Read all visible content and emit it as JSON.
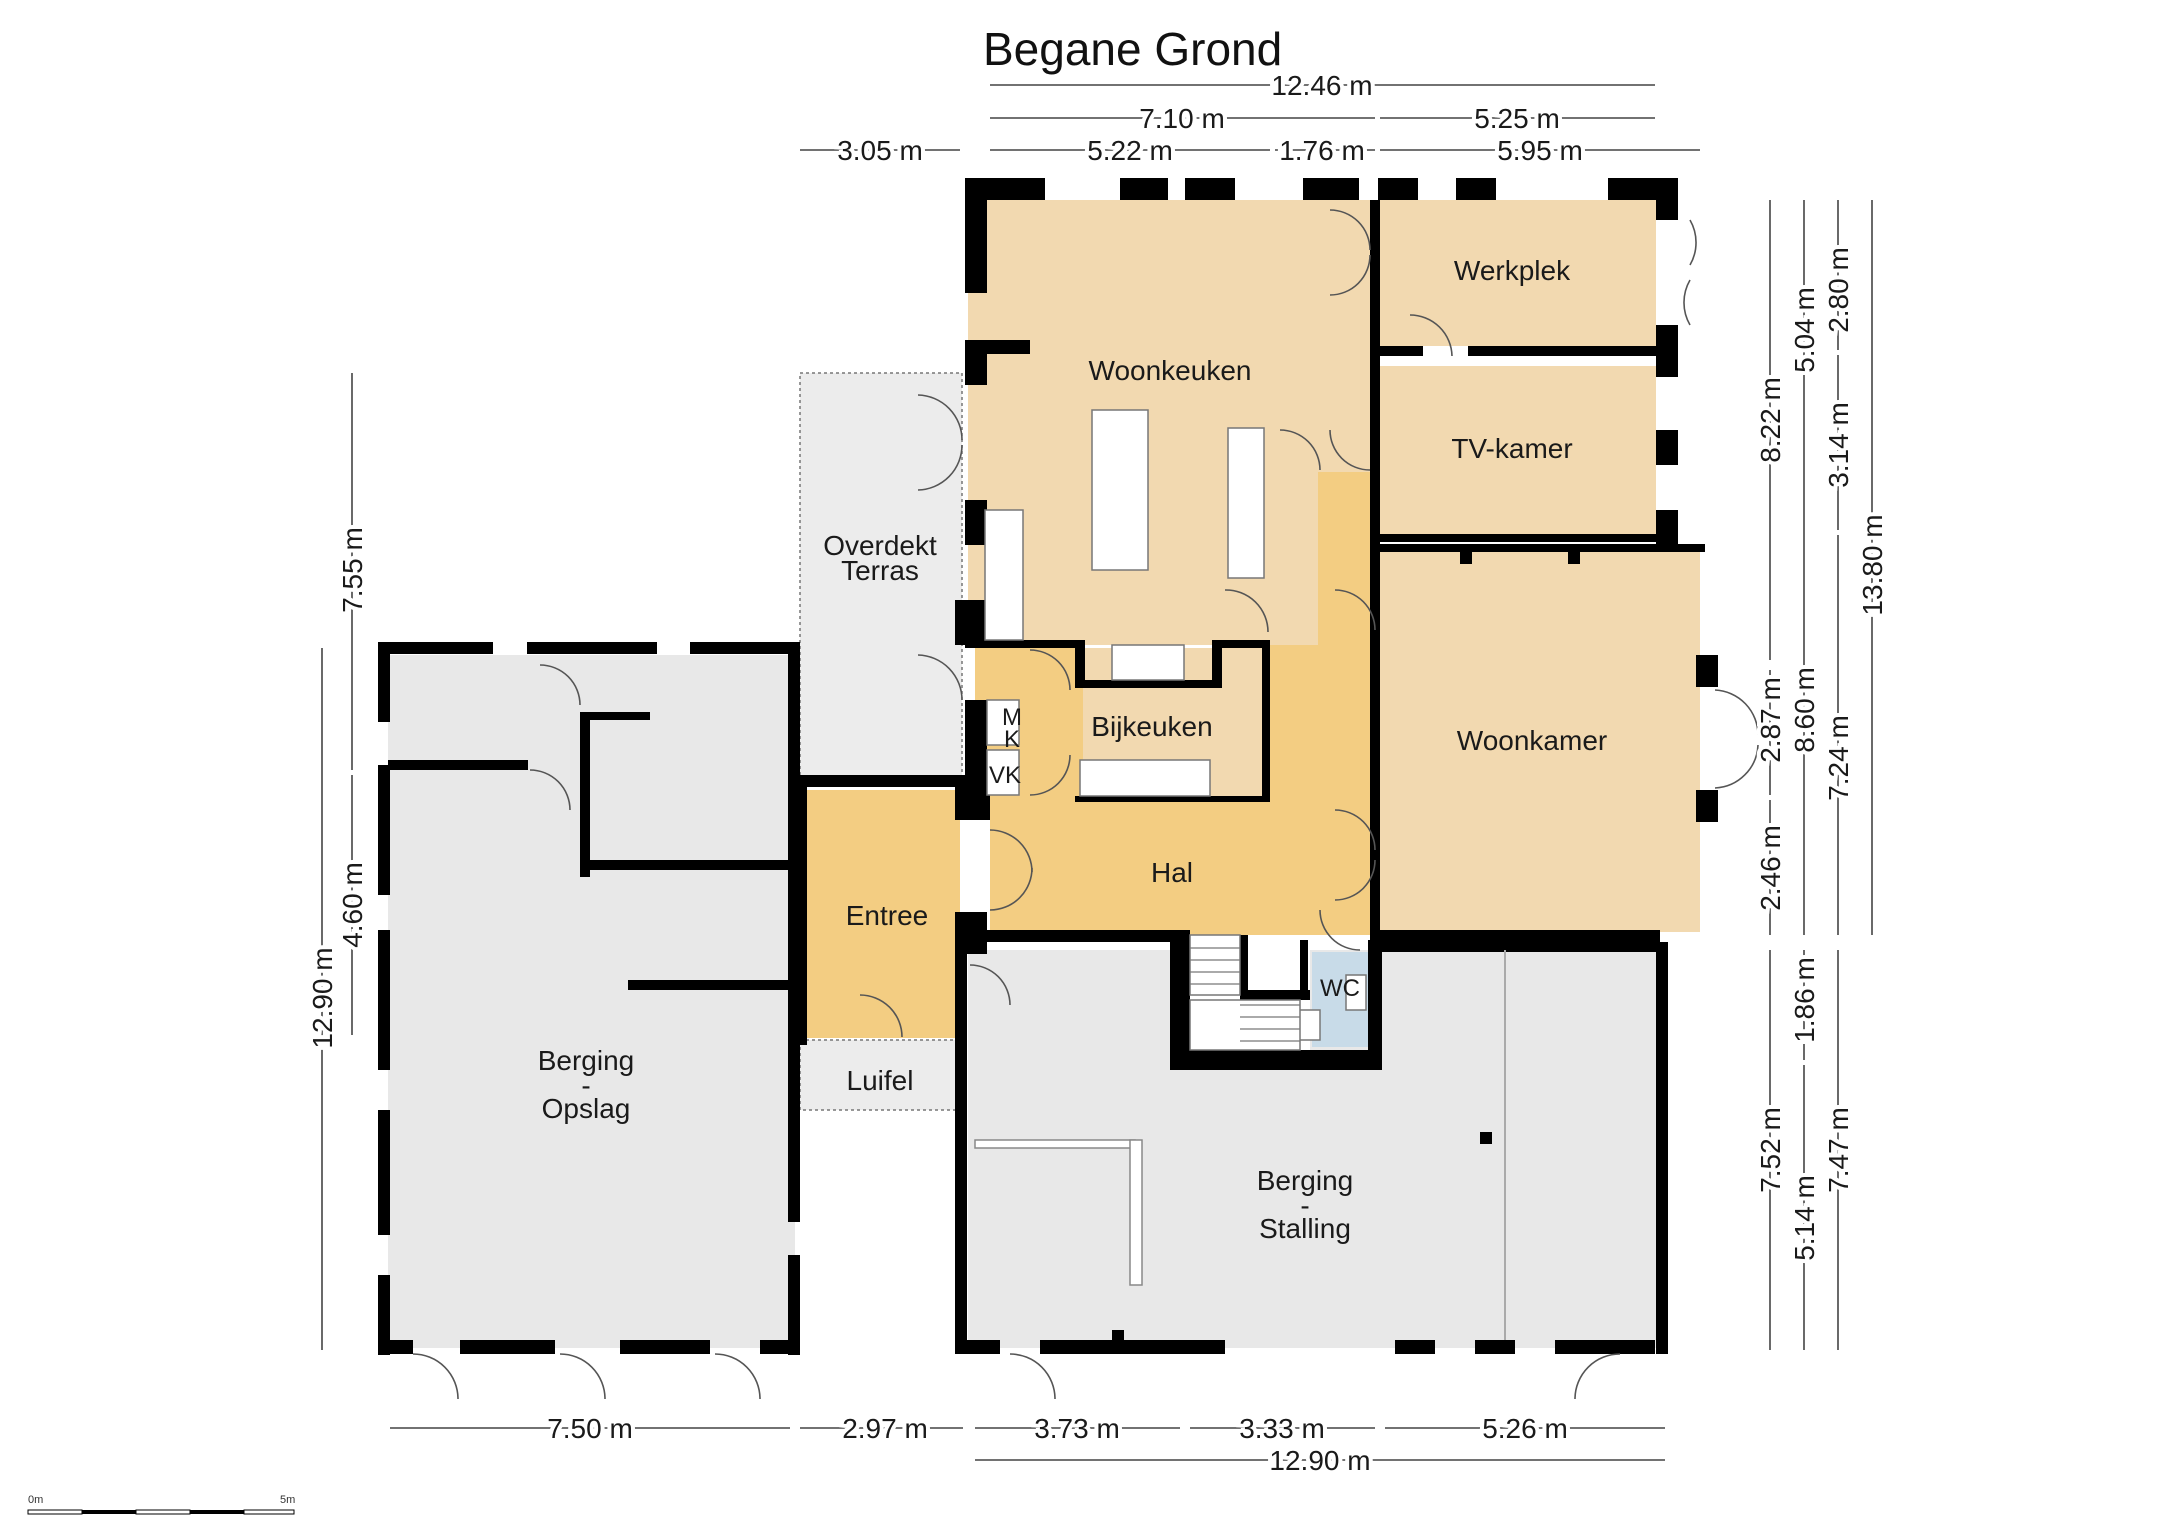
{
  "plan": {
    "title": "Begane Grond",
    "colors": {
      "living": "#f2d9b0",
      "circulation": "#f3cd82",
      "storage": "#e8e8e8",
      "wet": "#c8dbe8",
      "wall": "#000000"
    },
    "rooms": {
      "woonkeuken": "Woonkeuken",
      "werkplek": "Werkplek",
      "tv_kamer": "TV-kamer",
      "woonkamer": "Woonkamer",
      "bijkeuken": "Bijkeuken",
      "hal": "Hal",
      "entree": "Entree",
      "wc": "WC",
      "mk_m": "M",
      "mk_k": "K",
      "vk": "VK",
      "terras_1": "Overdekt",
      "terras_2": "Terras",
      "luifel": "Luifel",
      "opslag_1": "Berging",
      "opslag_2": "-",
      "opslag_3": "Opslag",
      "stalling_1": "Berging",
      "stalling_2": "-",
      "stalling_3": "Stalling"
    },
    "dimensions": {
      "top": {
        "total": "12.46 m",
        "a": "7.10 m",
        "b": "5.25 m",
        "c": "3.05 m",
        "d": "5.22 m",
        "e": "1.76 m",
        "f": "5.95 m"
      },
      "bottom": {
        "a": "7.50 m",
        "b": "2.97 m",
        "c": "3.73 m",
        "d": "3.33 m",
        "e": "5.26 m",
        "total": "12.90 m"
      },
      "left": {
        "a": "7.55 m",
        "b": "4.60 m",
        "c": "12.90 m"
      },
      "right": {
        "a": "8.22 m",
        "b": "2.87 m",
        "c": "2.46 m",
        "d": "7.52 m",
        "e": "5.04 m",
        "f": "8.60 m",
        "g": "1.86 m",
        "h": "5.14 m",
        "i": "2.80 m",
        "j": "3.14 m",
        "k": "7.24 m",
        "l": "7.47 m",
        "m": "13.80 m"
      }
    },
    "scale_bar": {
      "start": "0m",
      "end": "5m"
    }
  }
}
